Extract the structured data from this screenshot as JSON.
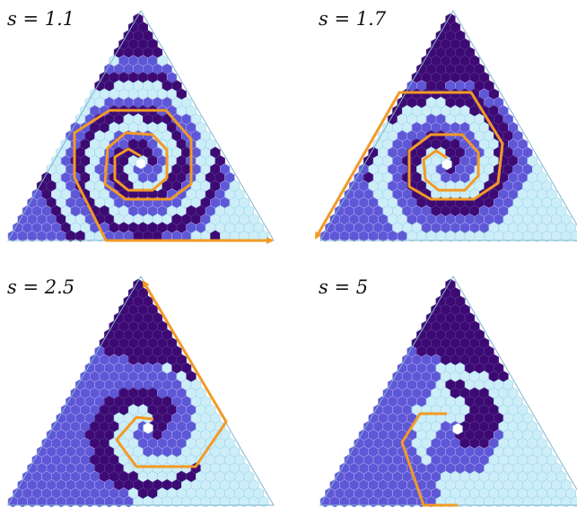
{
  "colors": {
    "dark_region": "#3d0a73",
    "mid_region": "#5e57d6",
    "light_region": "#cdeef8",
    "hex_edge": "#a89ff2",
    "hex_edge_dark": "#5a3590",
    "hex_edge_light": "#9fd6ea",
    "center_cell": "#ffffff",
    "path": "#f29a25"
  },
  "panels": [
    {
      "label": "s = 1.1",
      "arrow": "right",
      "spiral_turns": 2.5
    },
    {
      "label": "s = 1.7",
      "arrow": "left",
      "spiral_turns": 1.8
    },
    {
      "label": "s = 2.5",
      "arrow": "up",
      "spiral_turns": 1.3
    },
    {
      "label": "s = 5",
      "arrow": "none",
      "spiral_turns": 0.7
    }
  ]
}
